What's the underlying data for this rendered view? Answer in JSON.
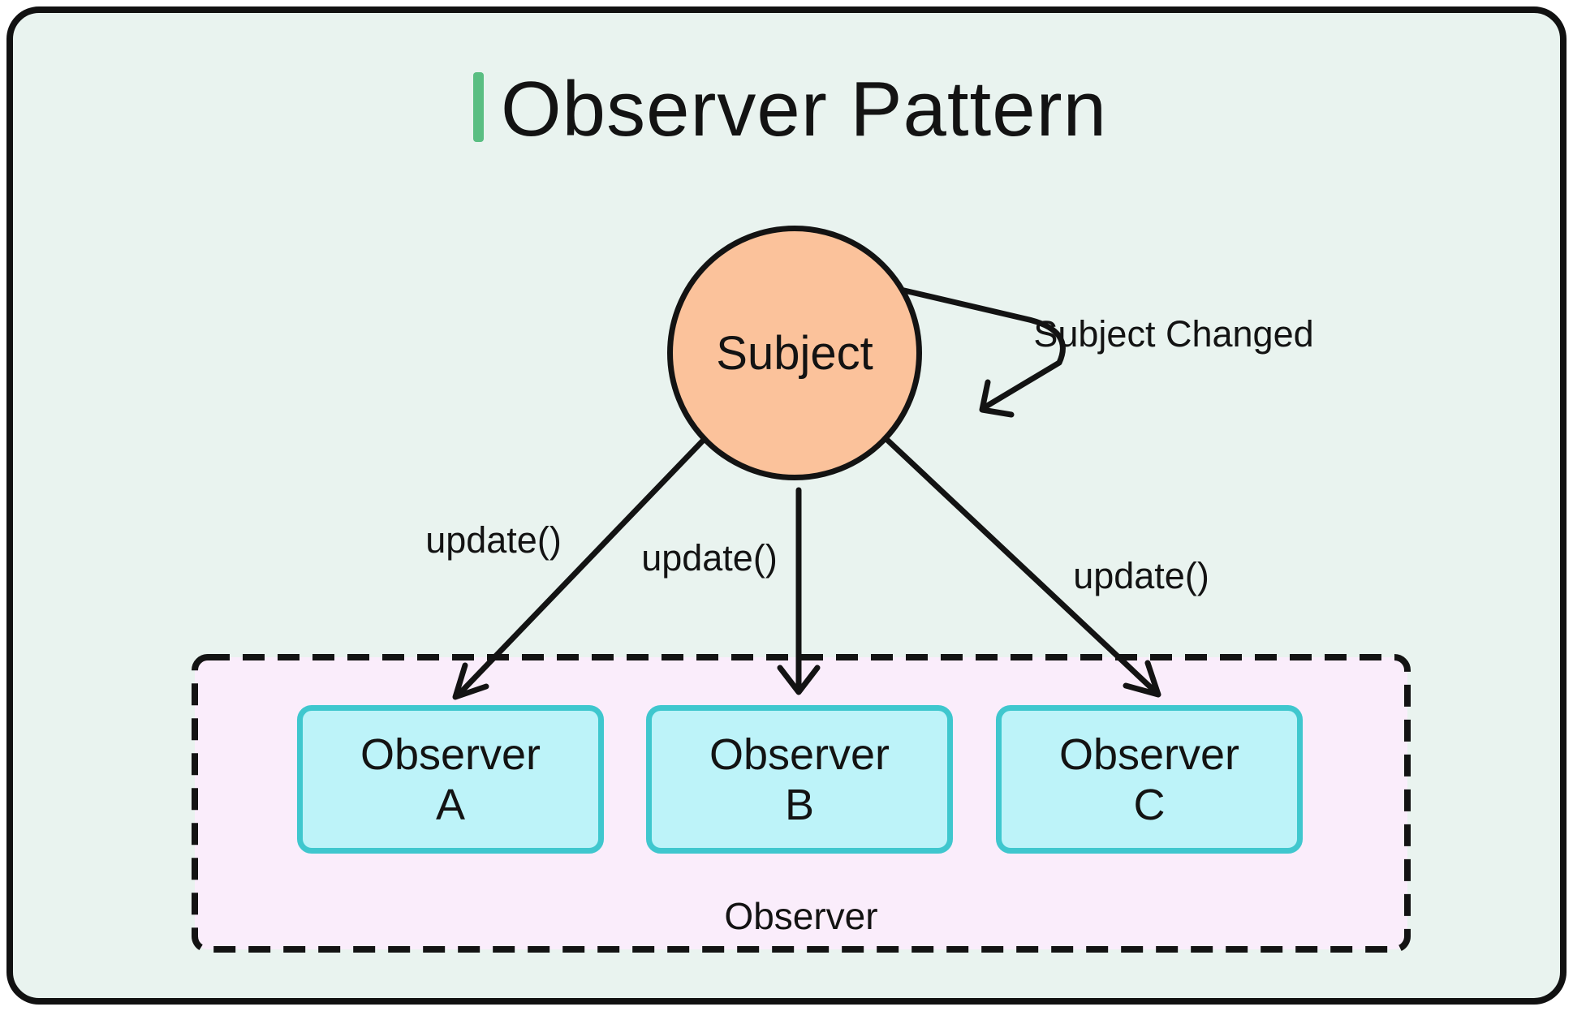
{
  "title": {
    "text": "Observer Pattern"
  },
  "subject": {
    "label": "Subject"
  },
  "annotations": {
    "subject_changed": "Subject Changed",
    "update_left": "update()",
    "update_middle": "update()",
    "update_right": "update()",
    "group_label": "Observer"
  },
  "observers": [
    {
      "name": "Observer",
      "letter": "A"
    },
    {
      "name": "Observer",
      "letter": "B"
    },
    {
      "name": "Observer",
      "letter": "C"
    }
  ],
  "colors": {
    "background": "#ffffff",
    "card_bg": "#e9f3ef",
    "card_border": "#111111",
    "accent_green": "#5abe82",
    "subject_fill": "#fbc29b",
    "observer_fill": "#bdf3f9",
    "observer_border": "#3fc7ce",
    "group_fill": "#faedfb",
    "line": "#131313"
  }
}
